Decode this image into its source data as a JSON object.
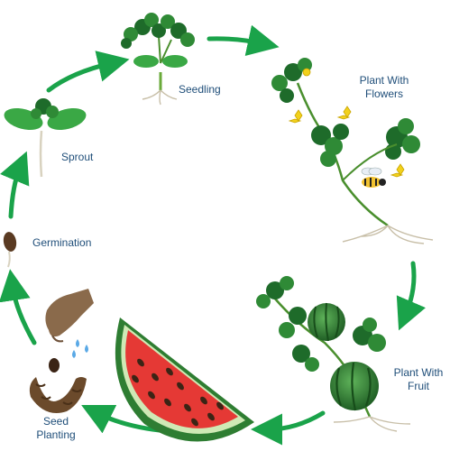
{
  "stages": {
    "seedling": "Seedling",
    "flowers_line1": "Plant With",
    "flowers_line2": "Flowers",
    "fruit_line1": "Plant With",
    "fruit_line2": "Fruit",
    "planting_line1": "Seed",
    "planting_line2": "Planting",
    "germination": "Germination",
    "sprout": "Sprout"
  },
  "colors": {
    "arrow": "#1aa34a",
    "leaf_dark": "#1e6b2a",
    "leaf_light": "#3aa845",
    "stem": "#6aaa3a",
    "root": "#c8bfa8",
    "flower": "#f2d11b",
    "melon_rind": "#2e7d32",
    "melon_flesh": "#e53935",
    "seed": "#3b2415",
    "soil": "#6b4a2b",
    "hand": "#8a6a4b",
    "water": "#5aa9e6",
    "label": "#1f4e79"
  }
}
